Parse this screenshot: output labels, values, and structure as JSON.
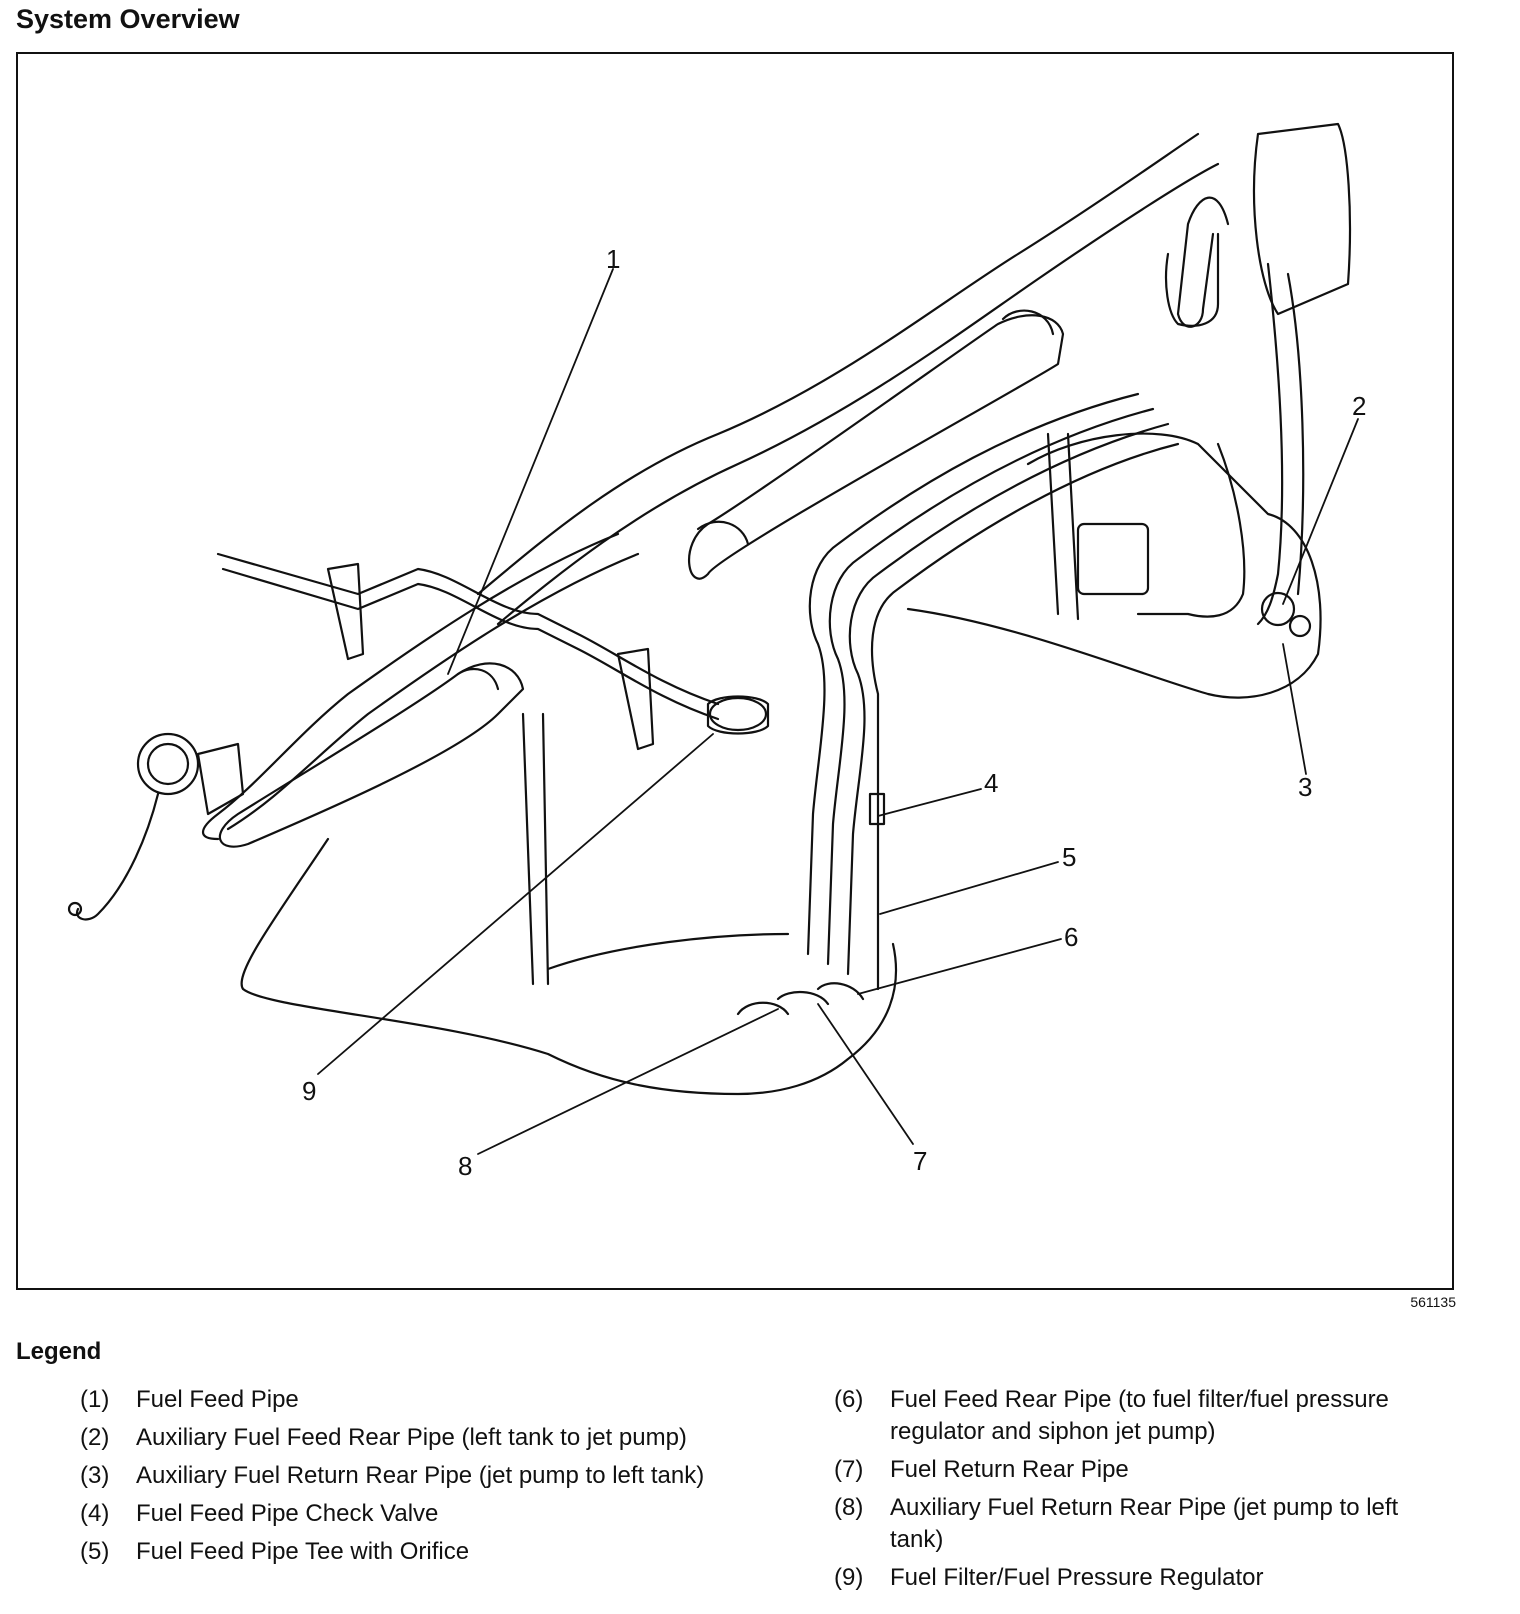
{
  "title": "System Overview",
  "figure_id": "561135",
  "callouts": [
    "1",
    "2",
    "3",
    "4",
    "5",
    "6",
    "7",
    "8",
    "9"
  ],
  "legend": {
    "title": "Legend",
    "items": [
      {
        "num": "(1)",
        "text": "Fuel Feed Pipe"
      },
      {
        "num": "(2)",
        "text": "Auxiliary Fuel Feed Rear Pipe (left tank to jet pump)"
      },
      {
        "num": "(3)",
        "text": "Auxiliary Fuel Return Rear Pipe (jet pump to left tank)"
      },
      {
        "num": "(4)",
        "text": "Fuel Feed Pipe Check Valve"
      },
      {
        "num": "(5)",
        "text": "Fuel Feed Pipe Tee with Orifice"
      },
      {
        "num": "(6)",
        "text": "Fuel Feed Rear Pipe (to fuel filter/fuel pressure regulator and siphon jet pump)"
      },
      {
        "num": "(7)",
        "text": "Fuel Return Rear Pipe"
      },
      {
        "num": "(8)",
        "text": "Auxiliary Fuel Return Rear Pipe (jet pump to left tank)"
      },
      {
        "num": "(9)",
        "text": "Fuel Filter/Fuel Pressure Regulator"
      }
    ]
  }
}
